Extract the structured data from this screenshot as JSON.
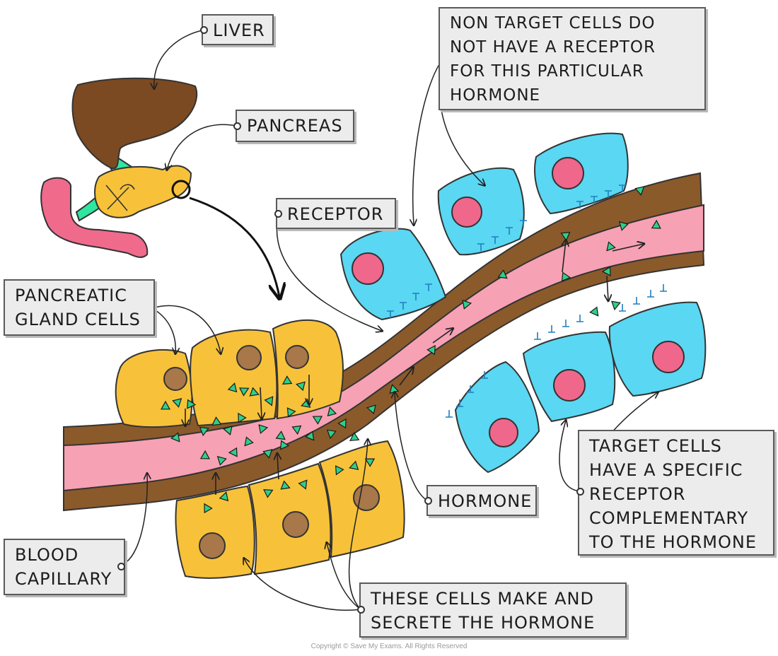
{
  "labels": {
    "liver": "LIVER",
    "pancreas": "PANCREAS",
    "non_target": [
      "NON TARGET CELLS DO",
      "NOT HAVE A RECEPTOR",
      "FOR THIS PARTICULAR",
      "HORMONE"
    ],
    "receptor": "RECEPTOR",
    "pancreatic_gland_cells": [
      "PANCREATIC",
      "GLAND CELLS"
    ],
    "hormone": "HORMONE",
    "target_cells": [
      "TARGET CELLS",
      "HAVE A SPECIFIC",
      "RECEPTOR",
      "COMPLEMENTARY",
      "TO THE HORMONE"
    ],
    "blood_capillary": [
      "BLOOD",
      "CAPILLARY"
    ],
    "these_cells": [
      "THESE CELLS MAKE AND",
      "SECRETE THE HORMONE"
    ]
  },
  "copyright": "Copyright © Save My Exams. All Rights Reserved",
  "colors": {
    "liver": "#7b4a22",
    "bile_duct": "#2ee6a0",
    "pancreas": "#f7c23a",
    "duodenum": "#f06a8c",
    "vessel_wall": "#8b5a2b",
    "blood": "#f7a1b4",
    "gland_cell": "#f7c23a",
    "gland_nucleus": "#a8774a",
    "target_cell": "#5ad7f2",
    "target_nucleus": "#f0678c",
    "hormone": "#2ecf8a",
    "label_bg": "#ececec"
  }
}
